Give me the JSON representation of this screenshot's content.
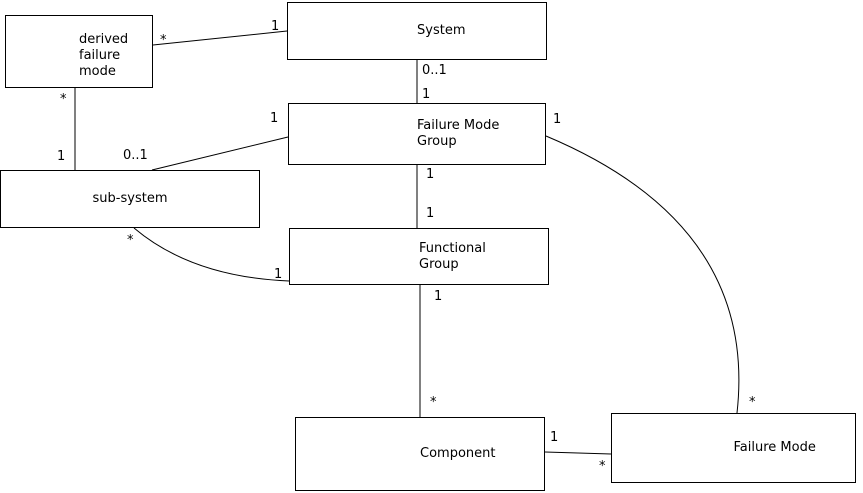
{
  "nodes": {
    "derived_failure_mode": {
      "label": "derived\nfailure\nmode"
    },
    "system": {
      "label": "System"
    },
    "failure_mode_group": {
      "label": "Failure Mode\nGroup"
    },
    "sub_system": {
      "label": "sub-system"
    },
    "functional_group": {
      "label": "Functional\nGroup"
    },
    "component": {
      "label": "Component"
    },
    "failure_mode": {
      "label": "Failure Mode"
    }
  },
  "multiplicity": {
    "system_to_derived_near_system": "1",
    "system_to_derived_near_derived": "*",
    "derived_to_subsystem_near_derived": "*",
    "derived_to_subsystem_near_subsystem": "1",
    "system_to_fmg_near_system": "0..1",
    "system_to_fmg_near_fmg": "1",
    "fmg_to_subsystem_near_fmg": "1",
    "fmg_to_subsystem_near_subsystem": "0..1",
    "fmg_to_functional_near_fmg": "1",
    "fmg_to_functional_near_functional": "1",
    "subsystem_to_functional_near_subsystem": "*",
    "subsystem_to_functional_near_functional": "1",
    "functional_to_component_near_functional": "1",
    "functional_to_component_near_component": "*",
    "component_to_fm_near_component": "1",
    "component_to_fm_near_fm": "*",
    "fmg_to_fm_near_fmg": "1",
    "fmg_to_fm_near_fm": "*"
  }
}
